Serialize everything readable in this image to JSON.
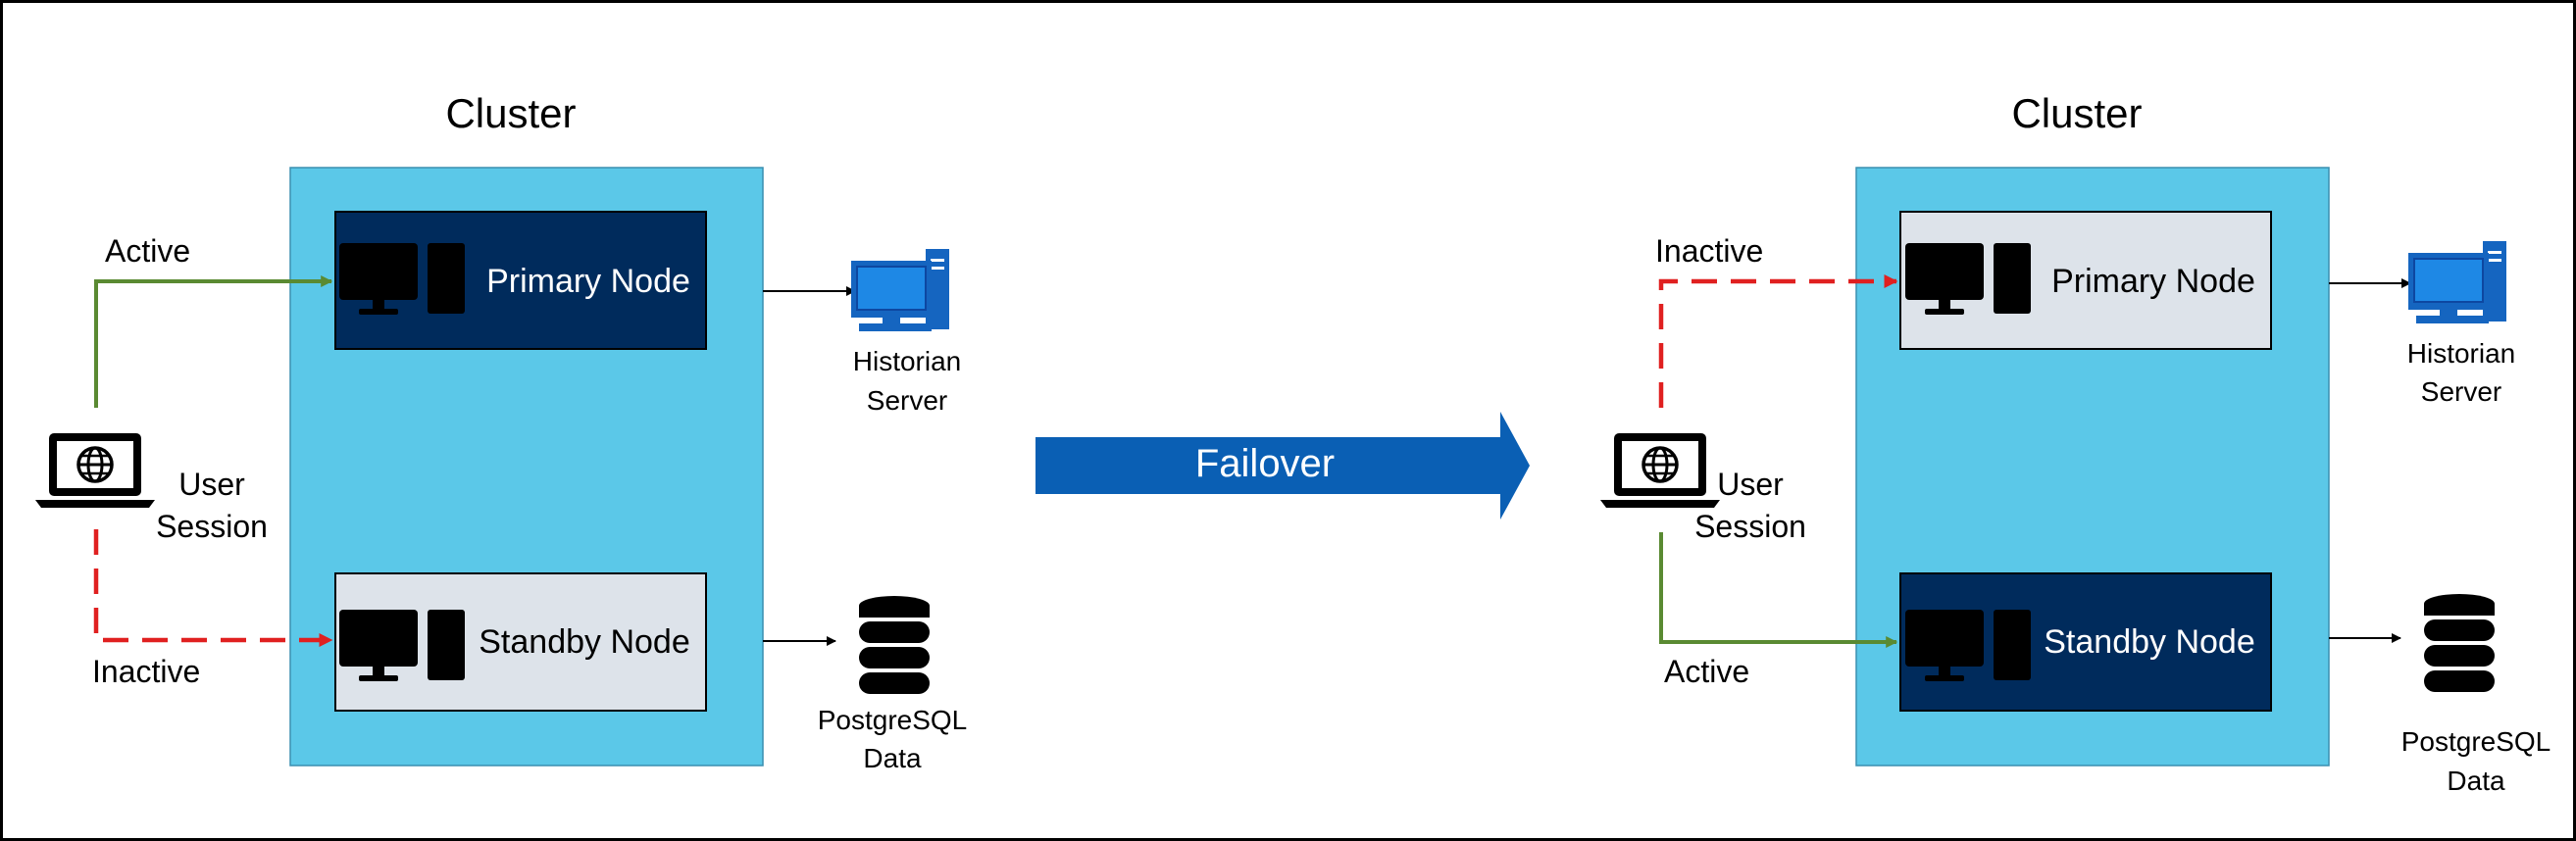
{
  "left": {
    "cluster_title": "Cluster",
    "primary_label": "Primary Node",
    "standby_label": "Standby Node",
    "primary_link_label": "Active",
    "standby_link_label": "Inactive",
    "user_session_line1": "User",
    "user_session_line2": "Session",
    "historian_line1": "Historian",
    "historian_line2": "Server",
    "postgres_line1": "PostgreSQL",
    "postgres_line2": "Data"
  },
  "right": {
    "cluster_title": "Cluster",
    "primary_label": "Primary Node",
    "standby_label": "Standby Node",
    "primary_link_label": "Inactive",
    "standby_link_label": "Active",
    "user_session_line1": "User",
    "user_session_line2": "Session",
    "historian_line1": "Historian",
    "historian_line2": "Server",
    "postgres_line1": "PostgreSQL",
    "postgres_line2": "Data"
  },
  "failover_label": "Failover",
  "icons": {
    "user": "laptop-globe-icon",
    "node": "desktop-tower-icon",
    "historian": "server-computer-icon",
    "database": "database-icon"
  },
  "colors": {
    "cluster_fill": "#5bc8e8",
    "active_node_fill": "#002b5c",
    "inactive_node_fill": "#dde3ea",
    "active_link": "#5a8a32",
    "inactive_link": "#e02020",
    "failover_arrow": "#0a5fb4",
    "historian_icon": "#1565c0"
  }
}
